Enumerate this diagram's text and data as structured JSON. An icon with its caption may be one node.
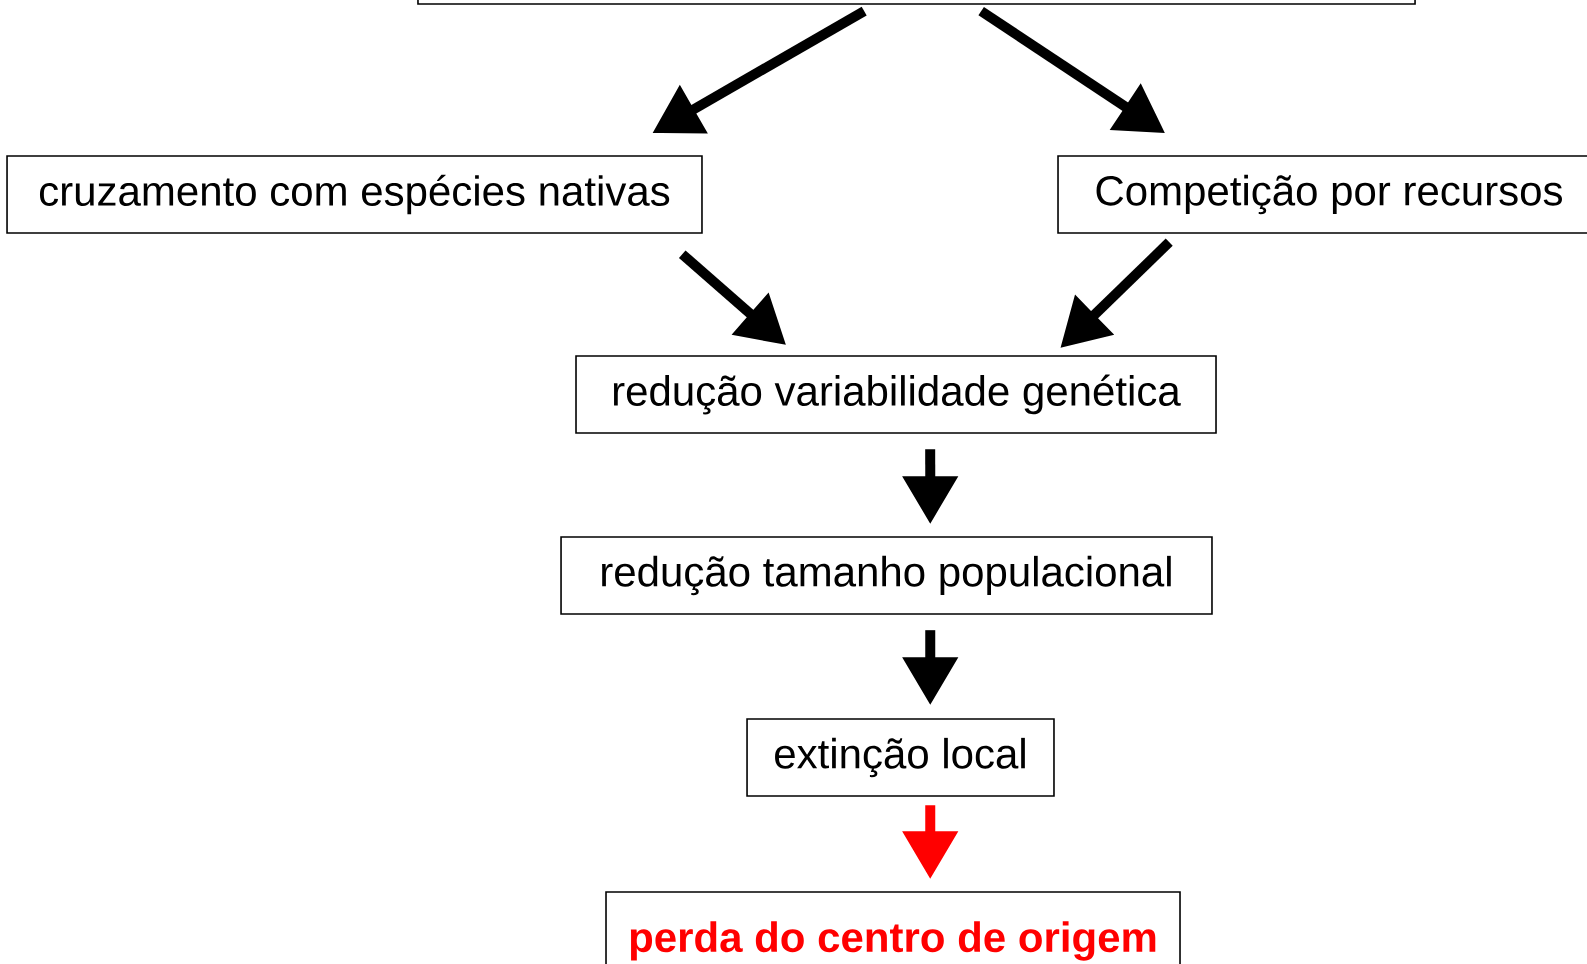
{
  "diagram": {
    "nodes": [
      {
        "text": [],
        "shape": "box"
      },
      {
        "text": [
          "cruzamento com espécies nativas"
        ]
      },
      {
        "text": [
          "Competição por recursos"
        ]
      },
      {
        "text": [
          "redução variabilidade genética"
        ]
      },
      {
        "text": [
          "redução tamanho populacional"
        ]
      },
      {
        "text": [
          "extinção local"
        ]
      },
      {
        "text": [
          "perda do centro de origem"
        ]
      }
    ],
    "edges": [
      {
        "from": 0,
        "to": 1,
        "arrow": "to"
      },
      {
        "from": 0,
        "to": 2,
        "arrow": "to"
      },
      {
        "from": 1,
        "to": 3,
        "arrow": "to"
      },
      {
        "from": 2,
        "to": 3,
        "arrow": "to"
      },
      {
        "from": 3,
        "to": 4,
        "arrow": "to"
      },
      {
        "from": 4,
        "to": 5,
        "arrow": "to"
      },
      {
        "from": 5,
        "to": 6,
        "arrow": "to",
        "color": "#ff0000"
      }
    ]
  }
}
